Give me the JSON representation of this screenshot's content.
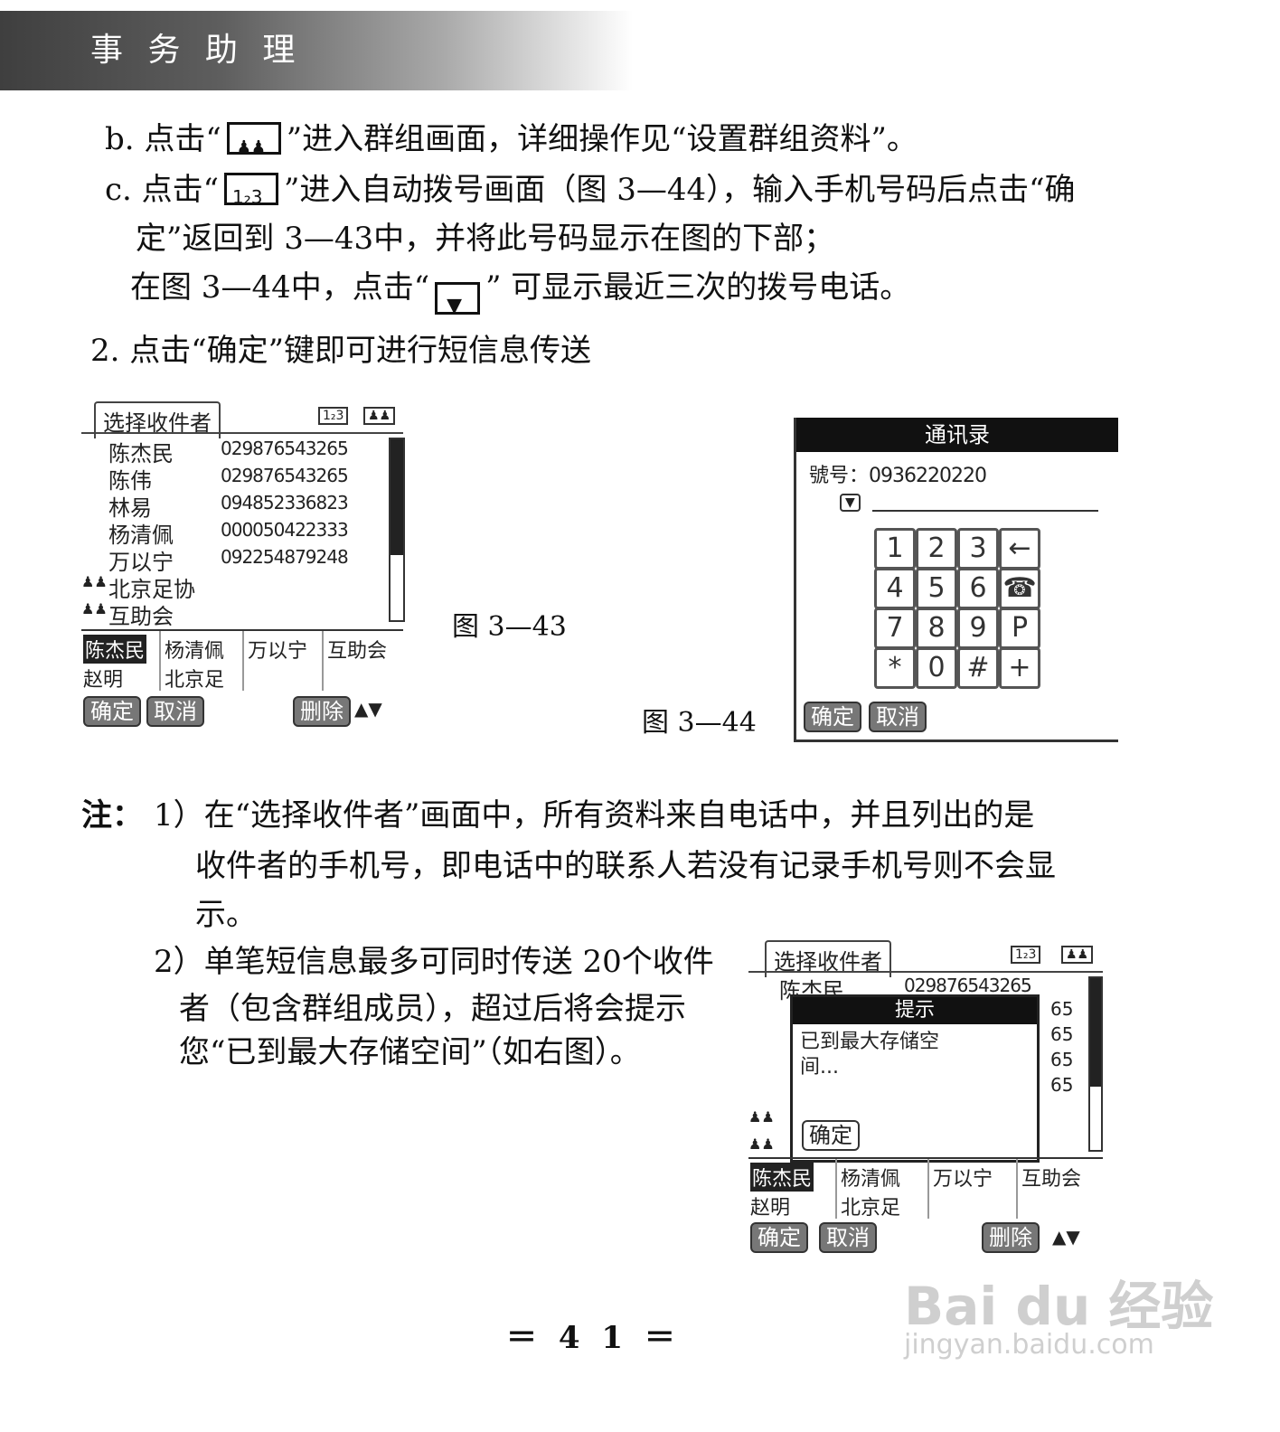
{
  "header": {
    "title": "事 务 助 理"
  },
  "instructions": {
    "b_pre": "b. 点击“",
    "b_post": "”进入群组画面，详细操作见“设置群组资料”。",
    "c_pre": "c. 点击“",
    "c_post": "”进入自动拨号画面（图 3—44），输入手机号码后点击“确",
    "c_line2": "定”返回到 3—43中，并将此号码显示在图的下部；",
    "c_line3_pre": "在图 3—44中，点击“",
    "c_line3_post": "” 可显示最近三次的拨号电话。",
    "step2": "2. 点击“确定”键即可进行短信息传送",
    "icon_num_text": "1₂3",
    "icon_people_text": "♟♟",
    "icon_drop_text": "▼"
  },
  "fig43": {
    "caption": "图 3—43",
    "title": "选择收件者",
    "btn_num": "1₂3",
    "btn_group": "♟♟",
    "contacts": [
      {
        "name": "陈杰民",
        "phone": "0298765432​65"
      },
      {
        "name": "陈伟",
        "phone": "029876543265"
      },
      {
        "name": "林易",
        "phone": "094852336823"
      },
      {
        "name": "杨清佩",
        "phone": "000050422333"
      },
      {
        "name": "万以宁",
        "phone": "092254879248"
      }
    ],
    "groups": [
      "北京足协",
      "互助会"
    ],
    "selected_row1": [
      "陈杰民",
      "杨清佩",
      "万以宁",
      "互助会"
    ],
    "selected_row2": [
      "赵明",
      "北京足"
    ],
    "ok": "确定",
    "cancel": "取消",
    "delete": "删除"
  },
  "fig44": {
    "caption": "图 3—44",
    "title": "通讯录",
    "number_label": "號号：",
    "number_value": "0936220220",
    "keys": [
      "1",
      "2",
      "3",
      "←",
      "4",
      "5",
      "6",
      "☎",
      "7",
      "8",
      "9",
      "P",
      "*",
      "0",
      "#",
      "+"
    ],
    "ok": "确定",
    "cancel": "取消"
  },
  "note": {
    "label": "注：",
    "n1_line1": "1）在“选择收件者”画面中，所有资料来自电话中，并且列出的是",
    "n1_line2": "收件者的手机号，即电话中的联系人若没有记录手机号则不会显",
    "n1_line3": "示。",
    "n2_line1": "2）单笔短信息最多可同时传送 20个收件",
    "n2_line2": "者（包含群组成员），超过后将会提示",
    "n2_line3": "您“已到最大存储空间”（如右图）。"
  },
  "fig_note": {
    "title": "选择收件者",
    "btn_num": "1₂3",
    "btn_group": "♟♟",
    "first_name": "陈杰民",
    "first_phone": "029876543265",
    "phone_suffixes": [
      "65",
      "65",
      "65",
      "65"
    ],
    "dialog_title": "提示",
    "dialog_msg_line1": "已到最大存储空",
    "dialog_msg_line2": "间...",
    "dialog_ok": "确定",
    "selected_row1": [
      "陈杰民",
      "杨清佩",
      "万以宁",
      "互助会"
    ],
    "selected_row2": [
      "赵明",
      "北京足"
    ],
    "ok": "确定",
    "cancel": "取消",
    "delete": "删除"
  },
  "page_number": "＝ 4 1 ＝",
  "watermark": {
    "brand": "Bai du 经验",
    "url": "jingyan.baidu.com"
  }
}
